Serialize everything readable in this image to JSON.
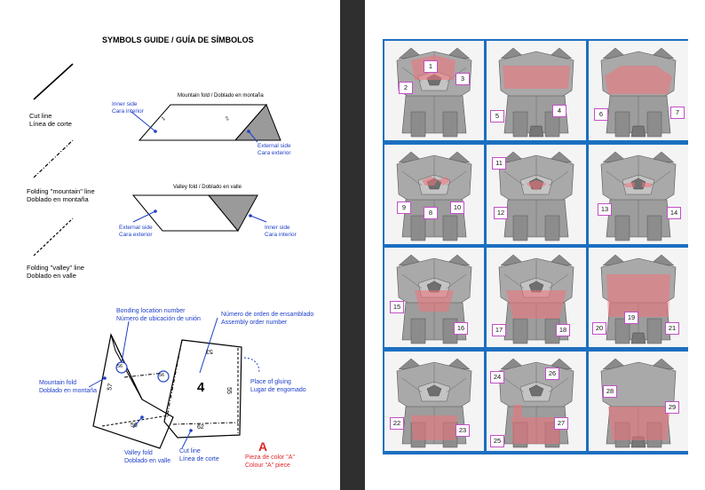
{
  "guide": {
    "title": "SYMBOLS GUIDE / GUÍA DE SÍMBOLOS",
    "cut_line": [
      "Cut line",
      "Línea de corte"
    ],
    "folding_mountain_line": [
      "Folding \"mountain\" line",
      "Doblado en montaña"
    ],
    "folding_valley_line": [
      "Folding \"valley\" line",
      "Doblado en valle"
    ],
    "mountain_fold_title": "Mountain fold / Doblado en montaña",
    "valley_fold_title": "Valley fold / Doblado en valle",
    "inner_side": [
      "Inner side",
      "Cara interior"
    ],
    "external_side": [
      "External side",
      "Cara exterior"
    ],
    "bonding_location": [
      "Bonding location number",
      "Número de ubicación de unión"
    ],
    "assembly_order": [
      "Número de orden de ensamblado",
      "Assembly order number"
    ],
    "place_of_gluing": [
      "Place of gluing",
      "Lugar de engomado"
    ],
    "mountain_fold": [
      "Mountain fold",
      "Doblado en montaña"
    ],
    "valley_fold": [
      "Valley fold",
      "Doblado en valle"
    ],
    "cut_line_bottom": [
      "Cut line",
      "Línea de corte"
    ],
    "piece_letter": "A",
    "piece_color": [
      "Pieza de color \"A\"",
      "Colour \"A\" piece"
    ],
    "diagram_numbers": {
      "n1": "1",
      "n2": "2",
      "n2b": "2",
      "n57": "57",
      "n56a": "56",
      "n56b": "56",
      "n56c": "56",
      "n53": "53",
      "n55": "55",
      "n62": "62",
      "n4": "4"
    }
  },
  "steps": {
    "panels": [
      {
        "labels": [
          "1",
          "2",
          "3"
        ]
      },
      {
        "labels": [
          "4",
          "5"
        ]
      },
      {
        "labels": [
          "6",
          "7"
        ]
      },
      {
        "labels": [
          "8",
          "9",
          "10"
        ]
      },
      {
        "labels": [
          "11",
          "12"
        ]
      },
      {
        "labels": [
          "13",
          "14"
        ]
      },
      {
        "labels": [
          "15",
          "16"
        ]
      },
      {
        "labels": [
          "17",
          "18"
        ]
      },
      {
        "labels": [
          "19",
          "20",
          "21"
        ]
      },
      {
        "labels": [
          "22",
          "23"
        ]
      },
      {
        "labels": [
          "24",
          "25",
          "26",
          "27"
        ]
      },
      {
        "labels": [
          "28",
          "29"
        ]
      }
    ]
  },
  "colors": {
    "highlight": "#f2727a",
    "frame_blue": "#1c6fc0",
    "label_blue": "#1e3fc8",
    "piece_red": "#e0262b"
  }
}
